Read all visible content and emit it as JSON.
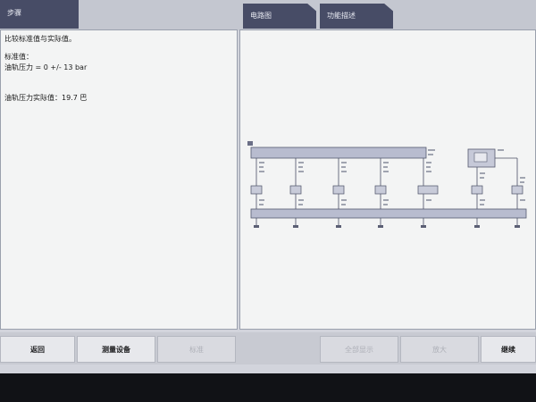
{
  "tabs": {
    "steps": "步骤",
    "wiring": "电路图",
    "function_desc": "功能描述"
  },
  "content": {
    "heading": "比较标准值与实际值。",
    "standard_label": "标准值：",
    "standard_value": "油轨压力 = 0 +/- 13  bar",
    "actual_value": "油轨压力实际值：19.7 巴"
  },
  "buttons": {
    "back": "返回",
    "measure": "测量设备",
    "b3": "标准",
    "b4": "全部显示",
    "b5": "放大",
    "next": "继续"
  }
}
